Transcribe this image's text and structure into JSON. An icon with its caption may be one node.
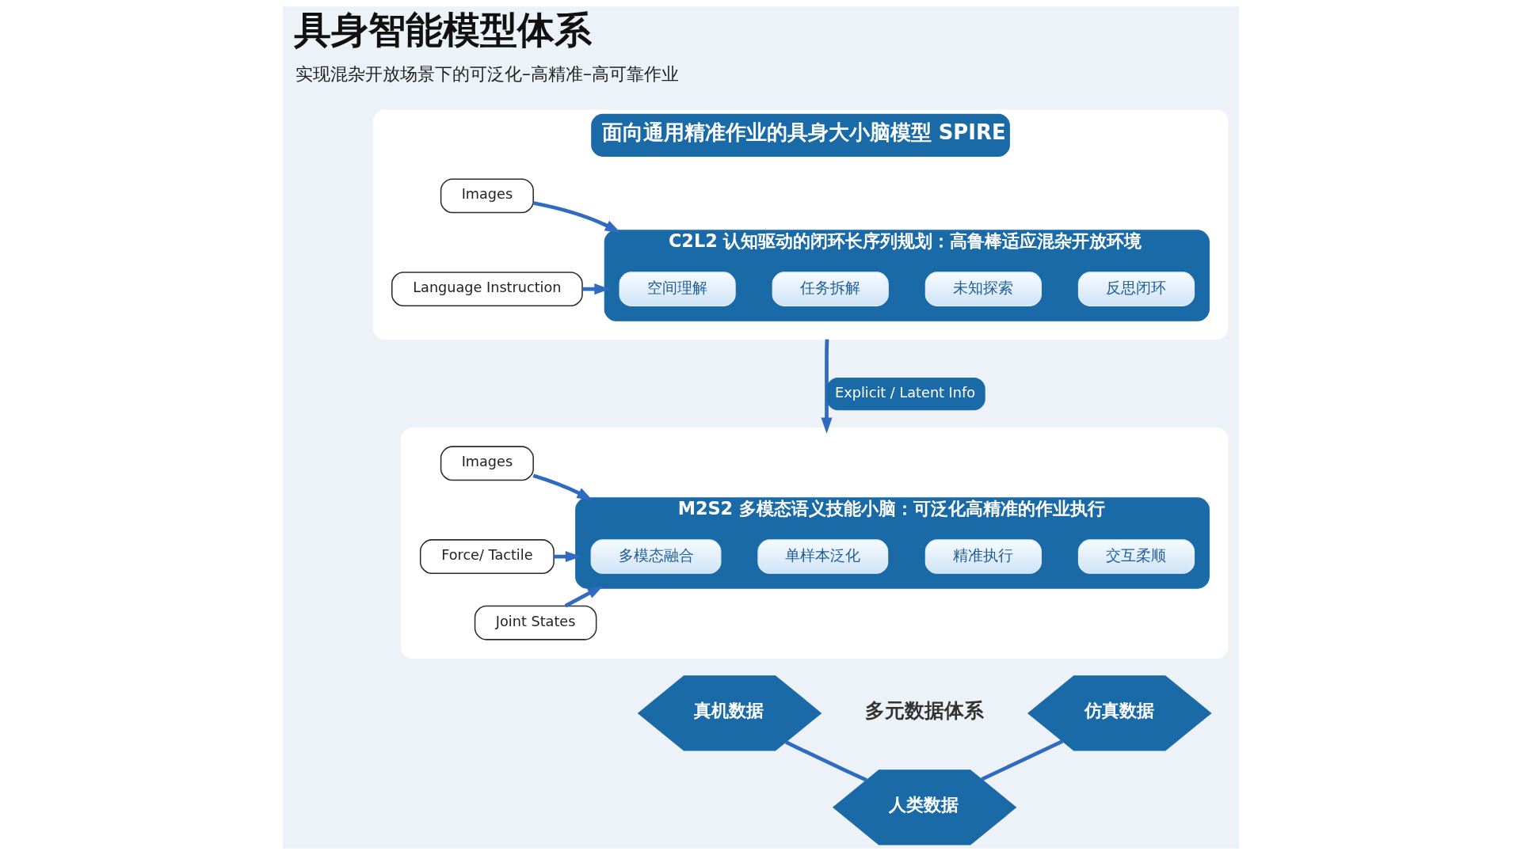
{
  "diagram": {
    "title": "具身智能模型体系",
    "nodes": [
      {
        "text": [
          "面向通用精准作业的具身大小脑模型 SPIRE"
        ]
      },
      {
        "text": [
          "Images"
        ],
        "in": 0
      },
      {
        "text": [
          "Language Instruction"
        ],
        "in": 0
      },
      {
        "text": [
          "C2L2 认知驱动的闭环长序列规划：高鲁棒适应混杂开放环境"
        ],
        "in": 0
      },
      {
        "text": [
          "空间理解"
        ],
        "in": 3
      },
      {
        "text": [
          "任务拆解"
        ],
        "in": 3
      },
      {
        "text": [
          "未知探索"
        ],
        "in": 3
      },
      {
        "text": [
          "反思闭环"
        ],
        "in": 3
      },
      {
        "text": [],
        "shape": "box"
      },
      {
        "text": [
          "Images"
        ],
        "in": 8
      },
      {
        "text": [
          "Force/ Tactile"
        ],
        "in": 8
      },
      {
        "text": [
          "Joint States"
        ],
        "in": 8
      },
      {
        "text": [
          "M2S2 多模态语义技能小脑：可泛化高精准的作业执行"
        ],
        "in": 8
      },
      {
        "text": [
          "多模态融合"
        ],
        "in": 12
      },
      {
        "text": [
          "单样本泛化"
        ],
        "in": 12
      },
      {
        "text": [
          "精准执行"
        ],
        "in": 12
      },
      {
        "text": [
          "交互柔顺"
        ],
        "in": 12
      },
      {
        "text": [
          "真机数据"
        ]
      },
      {
        "text": [
          "人类数据"
        ]
      },
      {
        "text": [
          "仿真数据"
        ]
      }
    ],
    "edges": [
      {
        "from": 1,
        "to": 3,
        "arrow": "to"
      },
      {
        "from": 2,
        "to": 3,
        "arrow": "to"
      },
      {
        "from": 0,
        "to": 8,
        "arrow": "to",
        "label": "Explicit / Latent Info"
      },
      {
        "from": 9,
        "to": 12,
        "arrow": "to"
      },
      {
        "from": 10,
        "to": 12,
        "arrow": "to"
      },
      {
        "from": 11,
        "to": 12,
        "arrow": "to"
      },
      {
        "from": 17,
        "to": 18,
        "arrow": "none"
      },
      {
        "from": 18,
        "to": 19,
        "arrow": "none"
      }
    ],
    "labels": [
      "实现混杂开放场景下的可泛化–高精准–高可靠作业",
      "多元数据体系"
    ]
  }
}
